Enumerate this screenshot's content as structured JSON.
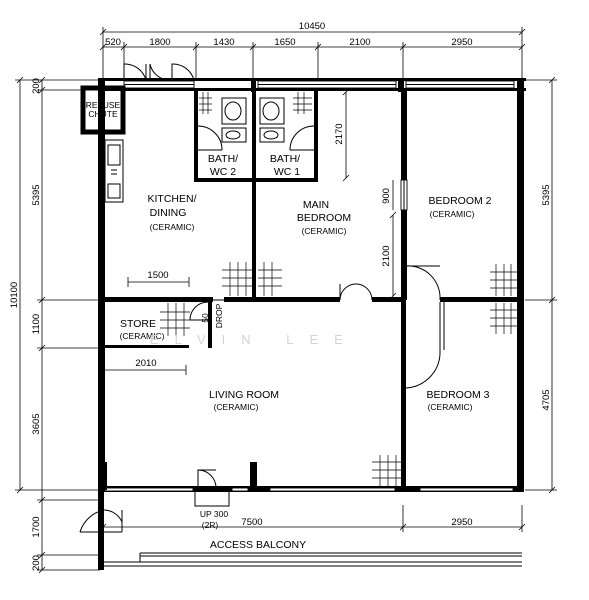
{
  "dimensions": {
    "overall_width": "10450",
    "top_segments": [
      "520",
      "1800",
      "1430",
      "1650",
      "2100",
      "2950"
    ],
    "left_overall": "10100",
    "left_segments": [
      "200",
      "5395",
      "1100",
      "3605",
      "1700",
      "200"
    ],
    "right_segments": [
      "5395",
      "4705"
    ],
    "bottom_segments": [
      "7500",
      "2950"
    ],
    "interior": {
      "store_width": "1500",
      "living_width": "2010",
      "bath_height": "2170",
      "bed2_window": "900",
      "bed_door": "2100"
    }
  },
  "rooms": {
    "refuse_chute": [
      "REFUSE",
      "CHUTE"
    ],
    "bath2": [
      "BATH/",
      "WC 2"
    ],
    "bath1": [
      "BATH/",
      "WC 1"
    ],
    "kitchen": [
      "KITCHEN/",
      "DINING",
      "(CERAMIC)"
    ],
    "main_bedroom": [
      "MAIN",
      "BEDROOM",
      "(CERAMIC)"
    ],
    "bedroom2": [
      "BEDROOM 2",
      "(CERAMIC)"
    ],
    "store": [
      "STORE",
      "(CERAMIC)"
    ],
    "living": [
      "LIVING ROOM",
      "(CERAMIC)"
    ],
    "bedroom3": [
      "BEDROOM 3",
      "(CERAMIC)"
    ],
    "entrance": [
      "UP 300",
      "(2R)"
    ],
    "access_balcony": "ACCESS BALCONY",
    "drop": [
      "50",
      "DROP"
    ]
  },
  "watermark": "ELVIN LEE"
}
